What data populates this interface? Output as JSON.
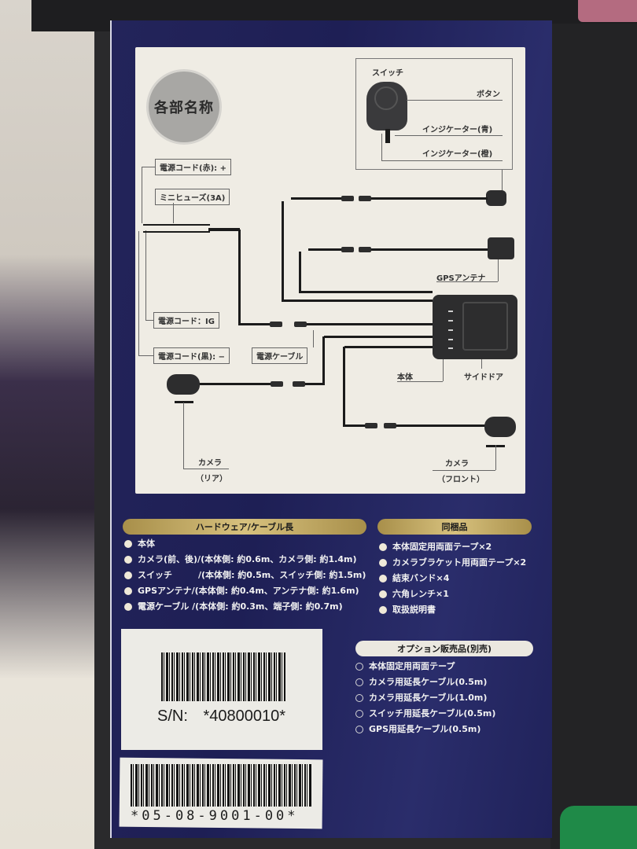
{
  "diagram": {
    "title": "各部名称",
    "switch_panel": {
      "title": "スイッチ",
      "labels": [
        "ボタン",
        "インジケーター(青)",
        "インジケーター(橙)"
      ]
    },
    "power_labels": {
      "red": "電源コード(赤): +",
      "fuse": "ミニヒューズ(3A)",
      "ig": "電源コード：IG",
      "black": "電源コード(黒): −",
      "cable": "電源ケーブル"
    },
    "gps": "GPSアンテナ",
    "body": "本体",
    "side_door": "サイドドア",
    "camera_rear": {
      "line1": "カメラ",
      "line2": "（リア）"
    },
    "camera_front": {
      "line1": "カメラ",
      "line2": "（フロント）"
    }
  },
  "hardware": {
    "heading": "ハードウェア/ケーブル長",
    "items": [
      "本体",
      "カメラ(前、後)/(本体側: 約0.6m、カメラ側: 約1.4m)",
      "スイッチ　　　/(本体側: 約0.5m、スイッチ側: 約1.5m)",
      "GPSアンテナ/(本体側: 約0.4m、アンテナ側: 約1.6m)",
      "電源ケーブル /(本体側: 約0.3m、端子側: 約0.7m)"
    ]
  },
  "included": {
    "heading": "同梱品",
    "items": [
      "本体固定用両面テープ×2",
      "カメラブラケット用両面テープ×2",
      "結束バンド×4",
      "六角レンチ×1",
      "取扱説明書"
    ]
  },
  "options": {
    "heading": "オプション販売品(別売)",
    "items": [
      "本体固定用両面テープ",
      "カメラ用延長ケーブル(0.5m)",
      "カメラ用延長ケーブル(1.0m)",
      "スイッチ用延長ケーブル(0.5m)",
      "GPS用延長ケーブル(0.5m)"
    ]
  },
  "serial_label": {
    "text": "S/N: *40800010*"
  },
  "product_code": {
    "text": "*05-08-9001-00*"
  },
  "colors": {
    "box_navy": "#1e1f55",
    "panel": "#efece4",
    "gold": "#c9b26a"
  }
}
